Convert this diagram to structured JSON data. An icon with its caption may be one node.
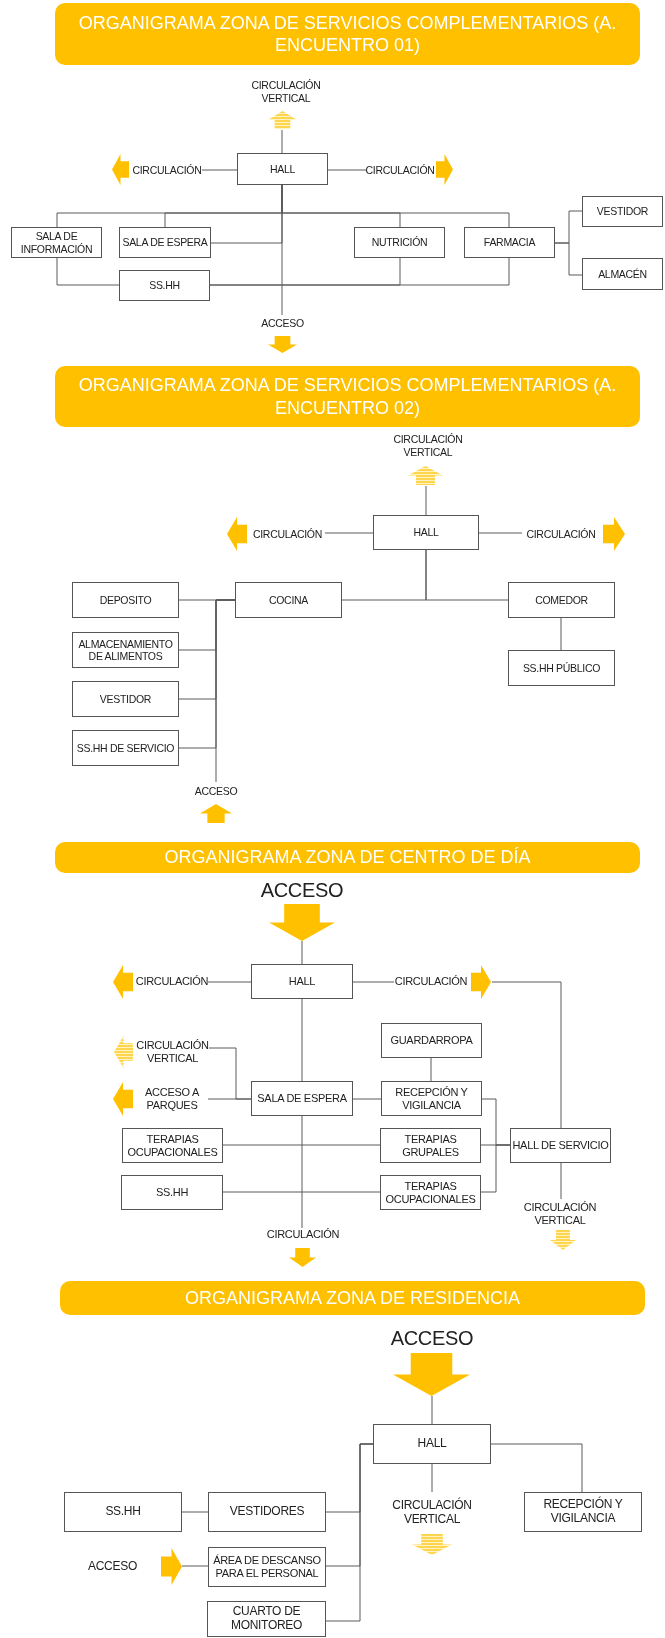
{
  "diagram": {
    "nodes": [
      {
        "text": [
          "ORGANIGRAMA ZONA DE SERVICIOS COMPLEMENTARIOS (A. ENCUENTRO 01)"
        ]
      },
      {
        "text": [
          "CIRCULACIÓN VERTICAL"
        ]
      },
      {
        "text": [
          "CIRCULACIÓN"
        ]
      },
      {
        "text": [
          "HALL"
        ]
      },
      {
        "text": [
          "CIRCULACIÓN"
        ]
      },
      {
        "text": [
          "VESTIDOR"
        ]
      },
      {
        "text": [
          "SALA DE INFORMACIÓN"
        ]
      },
      {
        "text": [
          "SALA DE ESPERA"
        ]
      },
      {
        "text": [
          "NUTRICIÓN"
        ]
      },
      {
        "text": [
          "FARMACIA"
        ]
      },
      {
        "text": [
          "ALMACÉN"
        ]
      },
      {
        "text": [
          "SS.HH"
        ]
      },
      {
        "text": [
          "ACCESO"
        ]
      },
      {
        "text": [
          "ORGANIGRAMA ZONA DE SERVICIOS COMPLEMENTARIOS (A. ENCUENTRO 02)"
        ]
      },
      {
        "text": [
          "CIRCULACIÓN VERTICAL"
        ]
      },
      {
        "text": [
          "CIRCULACIÓN"
        ]
      },
      {
        "text": [
          "HALL"
        ]
      },
      {
        "text": [
          "CIRCULACIÓN"
        ]
      },
      {
        "text": [
          "DEPOSITO"
        ]
      },
      {
        "text": [
          "COCINA"
        ]
      },
      {
        "text": [
          "COMEDOR"
        ]
      },
      {
        "text": [
          "ALMACENAMIENTO DE ALIMENTOS"
        ]
      },
      {
        "text": [
          "SS.HH PÚBLICO"
        ]
      },
      {
        "text": [
          "VESTIDOR"
        ]
      },
      {
        "text": [
          "SS.HH DE SERVICIO"
        ]
      },
      {
        "text": [
          "ACCESO"
        ]
      },
      {
        "text": [
          "ORGANIGRAMA ZONA DE CENTRO DE DÍA"
        ]
      },
      {
        "text": [
          "ACCESO"
        ]
      },
      {
        "text": [
          "CIRCULACIÓN"
        ]
      },
      {
        "text": [
          "HALL"
        ]
      },
      {
        "text": [
          "CIRCULACIÓN"
        ]
      },
      {
        "text": [
          "CIRCULACIÓN VERTICAL"
        ]
      },
      {
        "text": [
          "GUARDARROPA"
        ]
      },
      {
        "text": [
          "ACCESO A PARQUES"
        ]
      },
      {
        "text": [
          "SALA DE ESPERA"
        ]
      },
      {
        "text": [
          "RECEPCIÓN Y VIGILANCIA"
        ]
      },
      {
        "text": [
          "TERAPIAS OCUPACIONALES"
        ]
      },
      {
        "text": [
          "TERAPIAS GRUPALES"
        ]
      },
      {
        "text": [
          "HALL DE SERVICIO"
        ]
      },
      {
        "text": [
          "SS.HH"
        ]
      },
      {
        "text": [
          "TERAPIAS OCUPACIONALES"
        ]
      },
      {
        "text": [
          "CIRCULACIÓN VERTICAL"
        ]
      },
      {
        "text": [
          "CIRCULACIÓN"
        ]
      },
      {
        "text": [
          "ORGANIGRAMA ZONA DE RESIDENCIA"
        ]
      },
      {
        "text": [
          "ACCESO"
        ]
      },
      {
        "text": [
          "HALL"
        ]
      },
      {
        "text": [
          "SS.HH"
        ]
      },
      {
        "text": [
          "VESTIDORES"
        ]
      },
      {
        "text": [
          "CIRCULACIÓN VERTICAL"
        ]
      },
      {
        "text": [
          "RECEPCIÓN Y VIGILANCIA"
        ]
      },
      {
        "text": [
          "ACCESO"
        ]
      },
      {
        "text": [
          "ÁREA DE DESCANSO PARA EL PERSONAL"
        ]
      },
      {
        "text": [
          "CUARTO DE MONITOREO"
        ]
      }
    ],
    "edges": [
      {
        "from": 3,
        "to": 1,
        "arrow": "none"
      },
      {
        "from": 3,
        "to": 2,
        "arrow": "none"
      },
      {
        "from": 3,
        "to": 4,
        "arrow": "none"
      },
      {
        "from": 3,
        "to": 6,
        "arrow": "none"
      },
      {
        "from": 3,
        "to": 7,
        "arrow": "none"
      },
      {
        "from": 3,
        "to": 8,
        "arrow": "none"
      },
      {
        "from": 3,
        "to": 9,
        "arrow": "none"
      },
      {
        "from": 7,
        "to": 3,
        "arrow": "none"
      },
      {
        "from": 9,
        "to": 5,
        "arrow": "none"
      },
      {
        "from": 9,
        "to": 10,
        "arrow": "none"
      },
      {
        "from": 6,
        "to": 11,
        "arrow": "none"
      },
      {
        "from": 11,
        "to": 8,
        "arrow": "none"
      },
      {
        "from": 11,
        "to": 9,
        "arrow": "none"
      },
      {
        "from": 3,
        "to": 12,
        "arrow": "none"
      },
      {
        "from": 16,
        "to": 14,
        "arrow": "none"
      },
      {
        "from": 16,
        "to": 15,
        "arrow": "none"
      },
      {
        "from": 16,
        "to": 17,
        "arrow": "none"
      },
      {
        "from": 16,
        "to": 19,
        "arrow": "none"
      },
      {
        "from": 16,
        "to": 20,
        "arrow": "none"
      },
      {
        "from": 20,
        "to": 22,
        "arrow": "none"
      },
      {
        "from": 19,
        "to": 18,
        "arrow": "none"
      },
      {
        "from": 19,
        "to": 21,
        "arrow": "none"
      },
      {
        "from": 19,
        "to": 23,
        "arrow": "none"
      },
      {
        "from": 19,
        "to": 24,
        "arrow": "none"
      },
      {
        "from": 25,
        "to": 19,
        "arrow": "none"
      },
      {
        "from": 27,
        "to": 29,
        "arrow": "none"
      },
      {
        "from": 29,
        "to": 28,
        "arrow": "none"
      },
      {
        "from": 29,
        "to": 30,
        "arrow": "none"
      },
      {
        "from": 30,
        "to": 38,
        "arrow": "none"
      },
      {
        "from": 29,
        "to": 34,
        "arrow": "none"
      },
      {
        "from": 34,
        "to": 31,
        "arrow": "none"
      },
      {
        "from": 34,
        "to": 33,
        "arrow": "none"
      },
      {
        "from": 34,
        "to": 35,
        "arrow": "none"
      },
      {
        "from": 35,
        "to": 32,
        "arrow": "none"
      },
      {
        "from": 36,
        "to": 37,
        "arrow": "none"
      },
      {
        "from": 39,
        "to": 40,
        "arrow": "none"
      },
      {
        "from": 35,
        "to": 38,
        "arrow": "none"
      },
      {
        "from": 37,
        "to": 38,
        "arrow": "none"
      },
      {
        "from": 40,
        "to": 38,
        "arrow": "none"
      },
      {
        "from": 38,
        "to": 41,
        "arrow": "none"
      },
      {
        "from": 34,
        "to": 42,
        "arrow": "none"
      },
      {
        "from": 44,
        "to": 45,
        "arrow": "none"
      },
      {
        "from": 45,
        "to": 48,
        "arrow": "none"
      },
      {
        "from": 45,
        "to": 49,
        "arrow": "none"
      },
      {
        "from": 45,
        "to": 47,
        "arrow": "none"
      },
      {
        "from": 45,
        "to": 51,
        "arrow": "none"
      },
      {
        "from": 45,
        "to": 52,
        "arrow": "none"
      },
      {
        "from": 47,
        "to": 46,
        "arrow": "none"
      },
      {
        "from": 50,
        "to": 51,
        "arrow": "none"
      }
    ]
  }
}
